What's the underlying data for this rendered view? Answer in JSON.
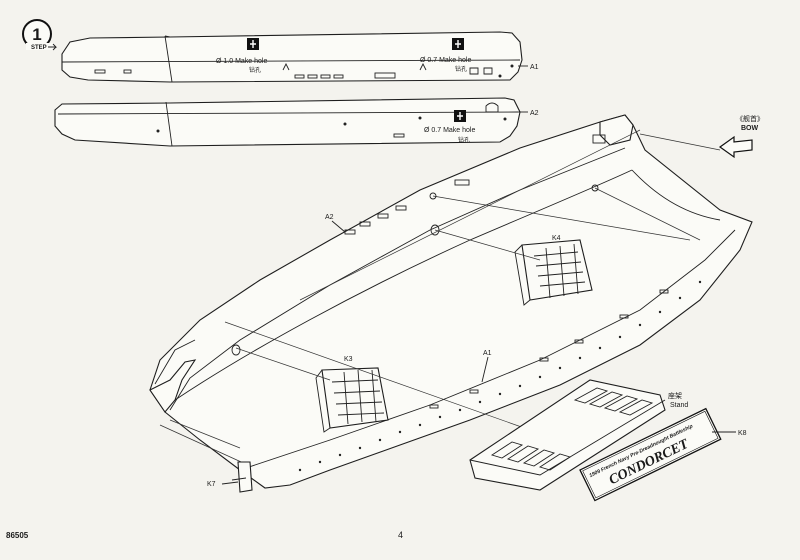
{
  "step": {
    "number": "1",
    "label": "STEP"
  },
  "parts": {
    "a1": "A1",
    "a2": "A2",
    "k3": "K3",
    "k4": "K4",
    "k7": "K7",
    "k8": "K8"
  },
  "hole_notes": {
    "d10": "Ø 1.0  Make hole",
    "d07_a": "Ø 0.7  Make hole",
    "d07_b": "Ø 0.7  Make hole",
    "drill_cn": "钻孔"
  },
  "bow": {
    "cn": "《舰首》",
    "en": "BOW"
  },
  "stand": {
    "cn": "座架",
    "en": "Stand"
  },
  "nameplate": {
    "subtitle": "1909 French Navy Pre-Dreadnought Battleship",
    "name": "CONDORCET"
  },
  "footer": {
    "kit_number": "86505",
    "page": "4"
  }
}
